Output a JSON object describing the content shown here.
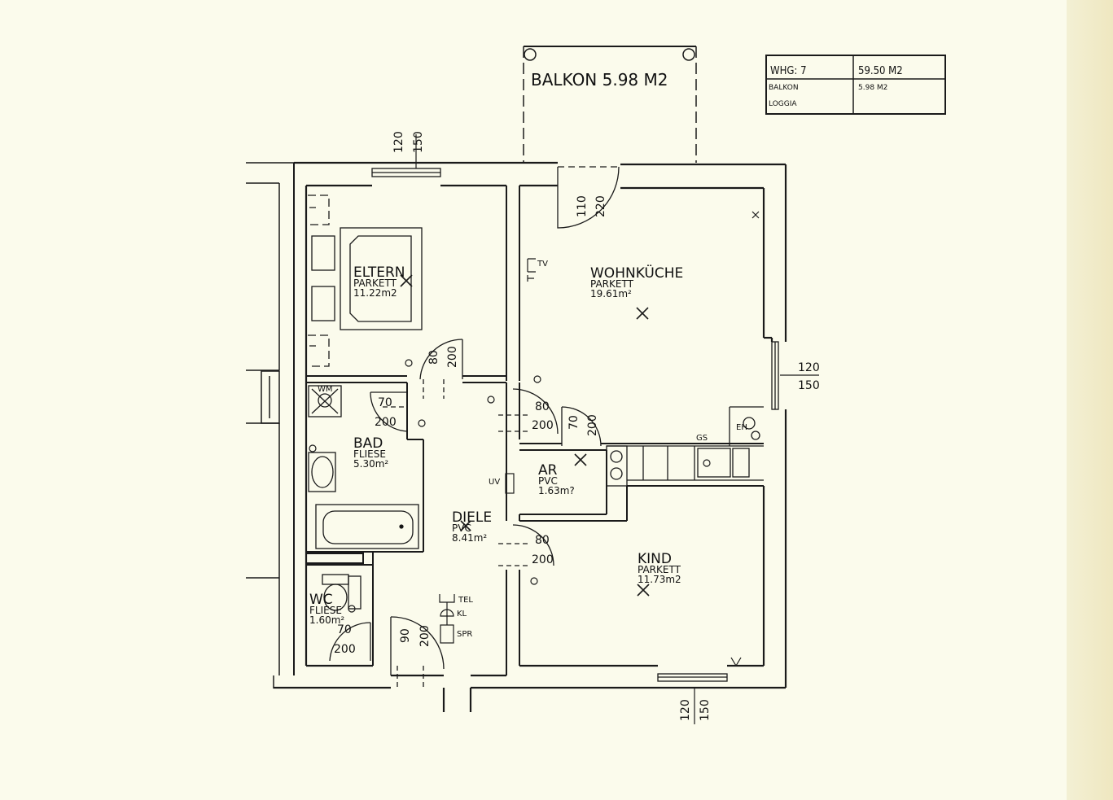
{
  "table": {
    "label_whg": "WHG: 7",
    "value_whg": "59.50 M2",
    "label_balkon": "BALKON",
    "value_balkon": "5.98 M2",
    "label_loggia": "LOGGIA"
  },
  "balkon": {
    "label": "BALKON 5.98 M2"
  },
  "rooms": {
    "eltern": {
      "name": "ELTERN",
      "floor": "PARKETT",
      "area": "11.22m2"
    },
    "wohnkueche": {
      "name": "WOHNKÜCHE",
      "floor": "PARKETT",
      "area": "19.61m²"
    },
    "bad": {
      "name": "BAD",
      "floor": "FLIESE",
      "area": "5.30m²"
    },
    "ar": {
      "name": "AR",
      "floor": "PVC",
      "area": "1.63m?"
    },
    "diele": {
      "name": "DIELE",
      "floor": "PVC",
      "area": "8.41m²"
    },
    "kind": {
      "name": "KIND",
      "floor": "PARKETT",
      "area": "11.73m2"
    },
    "wc": {
      "name": "WC",
      "floor": "FLIESE",
      "area": "1.60m²"
    }
  },
  "dims": {
    "top_window_a": "120",
    "top_window_b": "150",
    "balkon_door_a": "110",
    "balkon_door_b": "220",
    "right_window_a": "120",
    "right_window_b": "150",
    "bottom_window_a": "120",
    "bottom_window_b": "150",
    "eltern_door_a": "80",
    "eltern_door_b": "200",
    "bad_door_a": "70",
    "bad_door_b": "200",
    "wohn_door_a": "80",
    "wohn_door_b": "200",
    "ar_door_a": "70",
    "ar_door_b": "200",
    "kind_door_a": "80",
    "kind_door_b": "200",
    "wc_door_a": "70",
    "wc_door_b": "200",
    "entry_door_a": "90",
    "entry_door_b": "200"
  },
  "symbols": {
    "tv": "TV",
    "uv": "UV",
    "wm": "WM",
    "eh": "EH",
    "gs": "GS",
    "tel": "TEL",
    "kl": "KL",
    "spr": "SPR"
  }
}
